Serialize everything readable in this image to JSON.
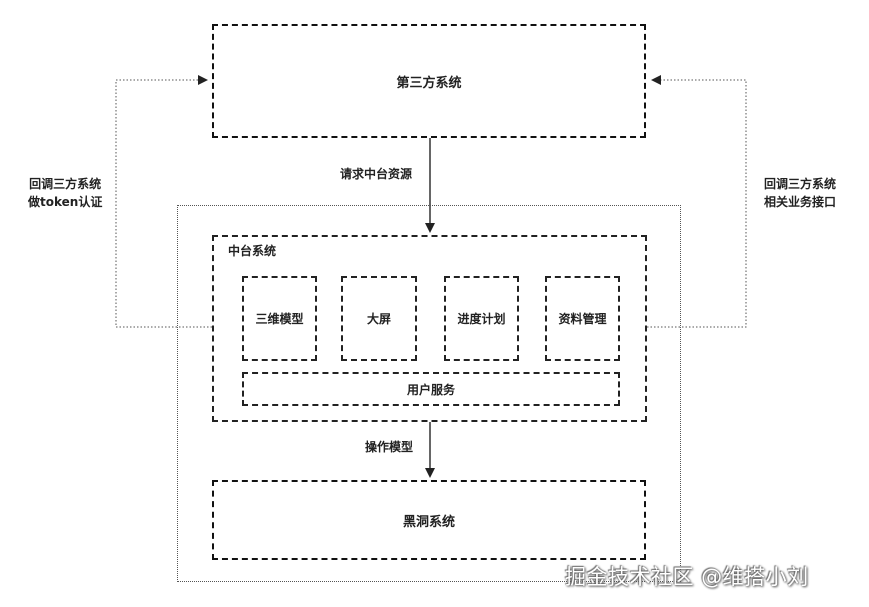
{
  "nodes": {
    "third_party": "第三方系统",
    "middle_platform": "中台系统",
    "model_3d": "三维模型",
    "big_screen": "大屏",
    "progress_plan": "进度计划",
    "data_management": "资料管理",
    "user_service": "用户服务",
    "black_hole": "黑洞系统"
  },
  "edges": {
    "request_resources": "请求中台资源",
    "operate_model": "操作模型",
    "left_callback_line1": "回调三方系统",
    "left_callback_line2": "做token认证",
    "right_callback_line1": "回调三方系统",
    "right_callback_line2": "相关业务接口"
  },
  "watermark": "掘金技术社区 @维搭小刘"
}
